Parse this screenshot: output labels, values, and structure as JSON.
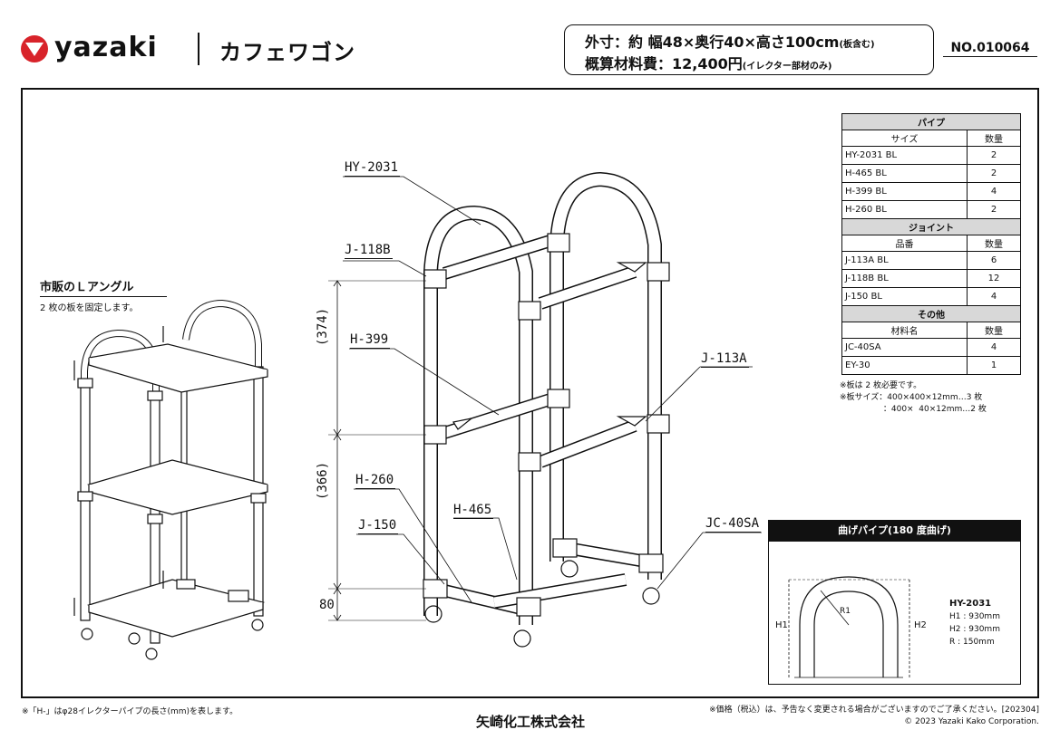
{
  "header": {
    "brand": "yazaki",
    "title": "カフェワゴン",
    "spec_line1": "外寸：約 幅48×奥行40×高さ100cm",
    "spec_line1_note": "(板含む)",
    "spec_line2": "概算材料費：12,400円",
    "spec_line2_note": "(イレクター部材のみ)",
    "doc_no": "NO.010064"
  },
  "parts_table": {
    "pipe_title": "パイプ",
    "pipe_col_size": "サイズ",
    "pipe_col_qty": "数量",
    "pipes": [
      {
        "name": "HY-2031 BL",
        "qty": "2"
      },
      {
        "name": "H-465 BL",
        "qty": "2"
      },
      {
        "name": "H-399 BL",
        "qty": "4"
      },
      {
        "name": "H-260 BL",
        "qty": "2"
      }
    ],
    "joint_title": "ジョイント",
    "joint_col_part": "品番",
    "joint_col_qty": "数量",
    "joints": [
      {
        "name": "J-113A BL",
        "qty": "6"
      },
      {
        "name": "J-118B BL",
        "qty": "12"
      },
      {
        "name": "J-150 BL",
        "qty": "4"
      }
    ],
    "other_title": "その他",
    "other_col_name": "材料名",
    "other_col_qty": "数量",
    "others": [
      {
        "name": "JC-40SA",
        "qty": "4"
      },
      {
        "name": "EY-30",
        "qty": "1"
      }
    ]
  },
  "notes": {
    "line1": "※板は 2 枚必要です。",
    "line2": "※板サイズ：400×400×12mm…3 枚",
    "line3": "　　　　　 ：400×  40×12mm…2 枚"
  },
  "annotations": {
    "angle_title": "市販のＬアングル",
    "angle_desc": "2 枚の板を固定します。"
  },
  "labels": {
    "hy2031": "HY-2031",
    "j118b": "J-118B",
    "h399": "H-399",
    "j113a": "J-113A",
    "h260": "H-260",
    "h465": "H-465",
    "j150": "J-150",
    "jc40sa": "JC-40SA",
    "dim_374": "(374)",
    "dim_366": "(366)",
    "dim_80": "80"
  },
  "bend_detail": {
    "title": "曲げパイプ(180 度曲げ)",
    "label_h1": "H1",
    "label_h2": "H2",
    "label_r": "R1",
    "name": "HY-2031",
    "h1": "H1 : 930mm",
    "h2": "H2 : 930mm",
    "r": "R   : 150mm"
  },
  "footer": {
    "left_note": "※「H-」はφ28イレクターパイプの長さ(mm)を表します。",
    "company": "矢崎化工株式会社",
    "price_note": "※価格（税込）は、予告なく変更される場合がございますのでご了承ください。[202304]",
    "copyright": "© 2023 Yazaki Kako  Corporation."
  },
  "colors": {
    "brand_red": "#d8232a",
    "header_fill": "#d8d8d8",
    "line": "#111111"
  }
}
